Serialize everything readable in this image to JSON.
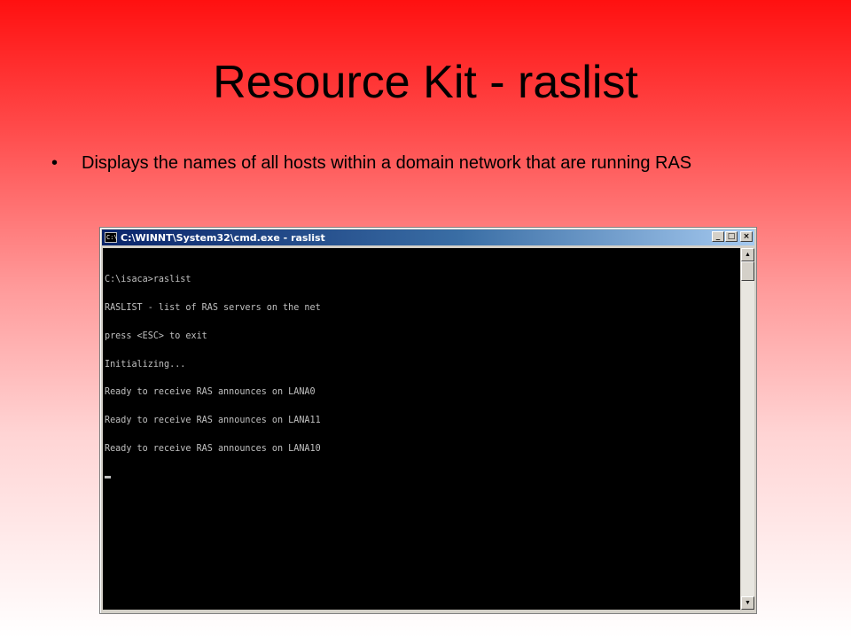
{
  "slide": {
    "title": "Resource Kit - raslist",
    "bullet_symbol": "•",
    "bullets": [
      "Displays the names of all hosts within a domain network that are running RAS"
    ]
  },
  "window": {
    "title": "C:\\WINNT\\System32\\cmd.exe - raslist",
    "icon_text": "C:\\",
    "minimize_label": "_",
    "maximize_label": "□",
    "close_label": "×",
    "titlebar_color": "#0a246a"
  },
  "console": {
    "lines": [
      "C:\\isaca>raslist",
      "RASLIST - list of RAS servers on the net",
      "press <ESC> to exit",
      "Initializing...",
      "Ready to receive RAS announces on LANA0",
      "Ready to receive RAS announces on LANA11",
      "Ready to receive RAS announces on LANA10"
    ],
    "background_color": "#000000",
    "text_color": "#c0c0c0"
  },
  "scrollbar": {
    "up_arrow": "▲",
    "down_arrow": "▼"
  }
}
